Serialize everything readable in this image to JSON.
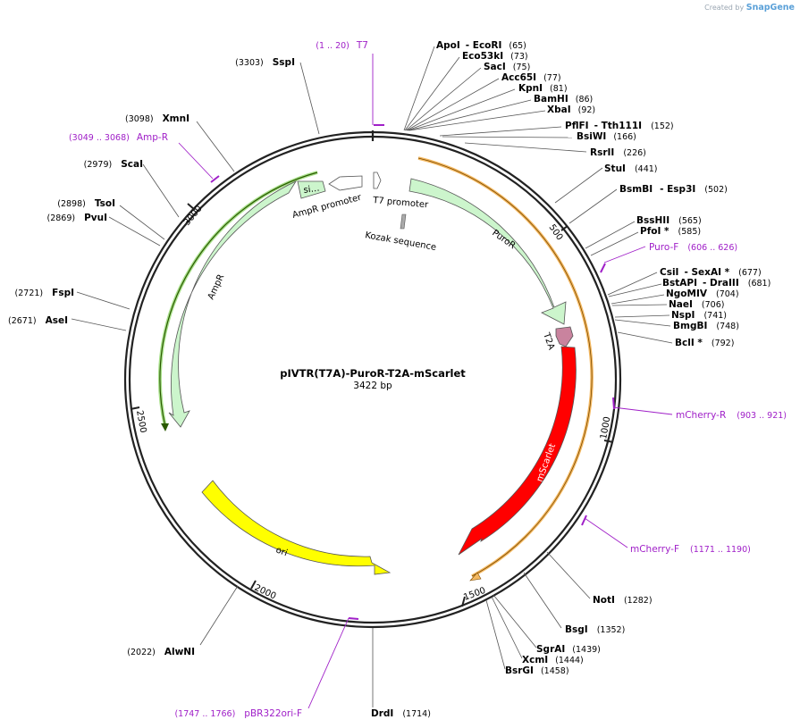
{
  "brand": {
    "created_by": "Created by",
    "name": "SnapGene"
  },
  "plasmid": {
    "name": "pIVTR(T7A)-PuroR-T2A-mScarlet",
    "size": "3422 bp"
  },
  "ticks": [
    "500",
    "1000",
    "1500",
    "2000",
    "2500",
    "3000"
  ],
  "sites": [
    {
      "name": "ApoI",
      "name2": "EcoRI",
      "pos": "(65)"
    },
    {
      "name": "Eco53kI",
      "pos": "(73)"
    },
    {
      "name": "SacI",
      "pos": "(75)"
    },
    {
      "name": "Acc65I",
      "pos": "(77)"
    },
    {
      "name": "KpnI",
      "pos": "(81)"
    },
    {
      "name": "BamHI",
      "pos": "(86)"
    },
    {
      "name": "XbaI",
      "pos": "(92)"
    },
    {
      "name": "PflFI",
      "name2": "Tth111I",
      "pos": "(152)"
    },
    {
      "name": "BsiWI",
      "pos": "(166)"
    },
    {
      "name": "RsrII",
      "pos": "(226)"
    },
    {
      "name": "StuI",
      "pos": "(441)"
    },
    {
      "name": "BsmBI",
      "name2": "Esp3I",
      "pos": "(502)"
    },
    {
      "name": "BssHII",
      "pos": "(565)"
    },
    {
      "name": "PfoI *",
      "pos": "(585)"
    },
    {
      "name": "CsiI",
      "name2": "SexAI *",
      "pos": "(677)"
    },
    {
      "name": "BstAPI",
      "name2": "DraIII",
      "pos": "(681)"
    },
    {
      "name": "NgoMIV",
      "pos": "(704)"
    },
    {
      "name": "NaeI",
      "pos": "(706)"
    },
    {
      "name": "NspI",
      "pos": "(741)"
    },
    {
      "name": "BmgBI",
      "pos": "(748)"
    },
    {
      "name": "BclI *",
      "pos": "(792)"
    },
    {
      "name": "NotI",
      "pos": "(1282)"
    },
    {
      "name": "BsgI",
      "pos": "(1352)"
    },
    {
      "name": "SgrAI",
      "pos": "(1439)"
    },
    {
      "name": "XcmI",
      "pos": "(1444)"
    },
    {
      "name": "BsrGI",
      "pos": "(1458)"
    },
    {
      "name": "DrdI",
      "pos": "(1714)"
    },
    {
      "name": "AlwNI",
      "pos": "(2022)"
    },
    {
      "name": "AseI",
      "pos": "(2671)"
    },
    {
      "name": "FspI",
      "pos": "(2721)"
    },
    {
      "name": "PvuI",
      "pos": "(2869)"
    },
    {
      "name": "TsoI",
      "pos": "(2898)"
    },
    {
      "name": "ScaI",
      "pos": "(2979)"
    },
    {
      "name": "XmnI",
      "pos": "(3098)"
    },
    {
      "name": "SspI",
      "pos": "(3303)"
    }
  ],
  "primers": [
    {
      "name": "T7",
      "range": "(1 .. 20)"
    },
    {
      "name": "Puro-F",
      "range": "(606 .. 626)"
    },
    {
      "name": "mCherry-R",
      "range": "(903 .. 921)"
    },
    {
      "name": "mCherry-F",
      "range": "(1171 .. 1190)"
    },
    {
      "name": "pBR322ori-F",
      "range": "(1747 .. 1766)"
    },
    {
      "name": "Amp-R",
      "range": "(3049 .. 3068)"
    }
  ],
  "features": {
    "puror": "PuroR",
    "t2a": "T2A",
    "mscarlet": "mScarlet",
    "ori": "ori",
    "ampr": "AmpR",
    "ampr_promoter": "AmpR promoter",
    "t7_promoter": "T7 promoter",
    "kozak": "Kozak sequence",
    "signal": "si…"
  },
  "colors": {
    "puror": "#ccf5cc",
    "mscarlet": "#ff0000",
    "t2a": "#c9839e",
    "ori": "#ffff00",
    "ampr": "#ccf5cc",
    "primer": "#a020c8",
    "orf": "#f4b860"
  }
}
